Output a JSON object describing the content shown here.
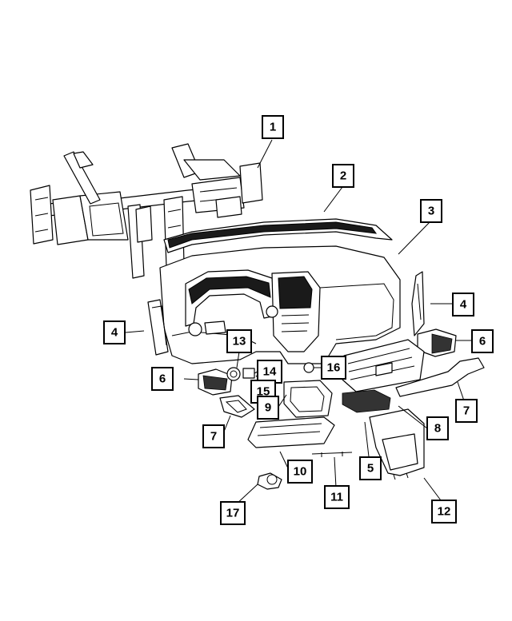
{
  "colors": {
    "line": "#000000",
    "background": "#ffffff",
    "dark_fill": "#1a1a1a"
  },
  "callouts": [
    {
      "id": "c1",
      "label": "1"
    },
    {
      "id": "c2",
      "label": "2"
    },
    {
      "id": "c3",
      "label": "3"
    },
    {
      "id": "c4r",
      "label": "4"
    },
    {
      "id": "c4l",
      "label": "4"
    },
    {
      "id": "c6r",
      "label": "6"
    },
    {
      "id": "c13",
      "label": "13"
    },
    {
      "id": "c14",
      "label": "14"
    },
    {
      "id": "c16",
      "label": "16"
    },
    {
      "id": "c6l",
      "label": "6"
    },
    {
      "id": "c15",
      "label": "15"
    },
    {
      "id": "c7r",
      "label": "7"
    },
    {
      "id": "c9",
      "label": "9"
    },
    {
      "id": "c8",
      "label": "8"
    },
    {
      "id": "c7l",
      "label": "7"
    },
    {
      "id": "c5",
      "label": "5"
    },
    {
      "id": "c10",
      "label": "10"
    },
    {
      "id": "c11",
      "label": "11"
    },
    {
      "id": "c12",
      "label": "12"
    },
    {
      "id": "c17",
      "label": "17"
    }
  ]
}
